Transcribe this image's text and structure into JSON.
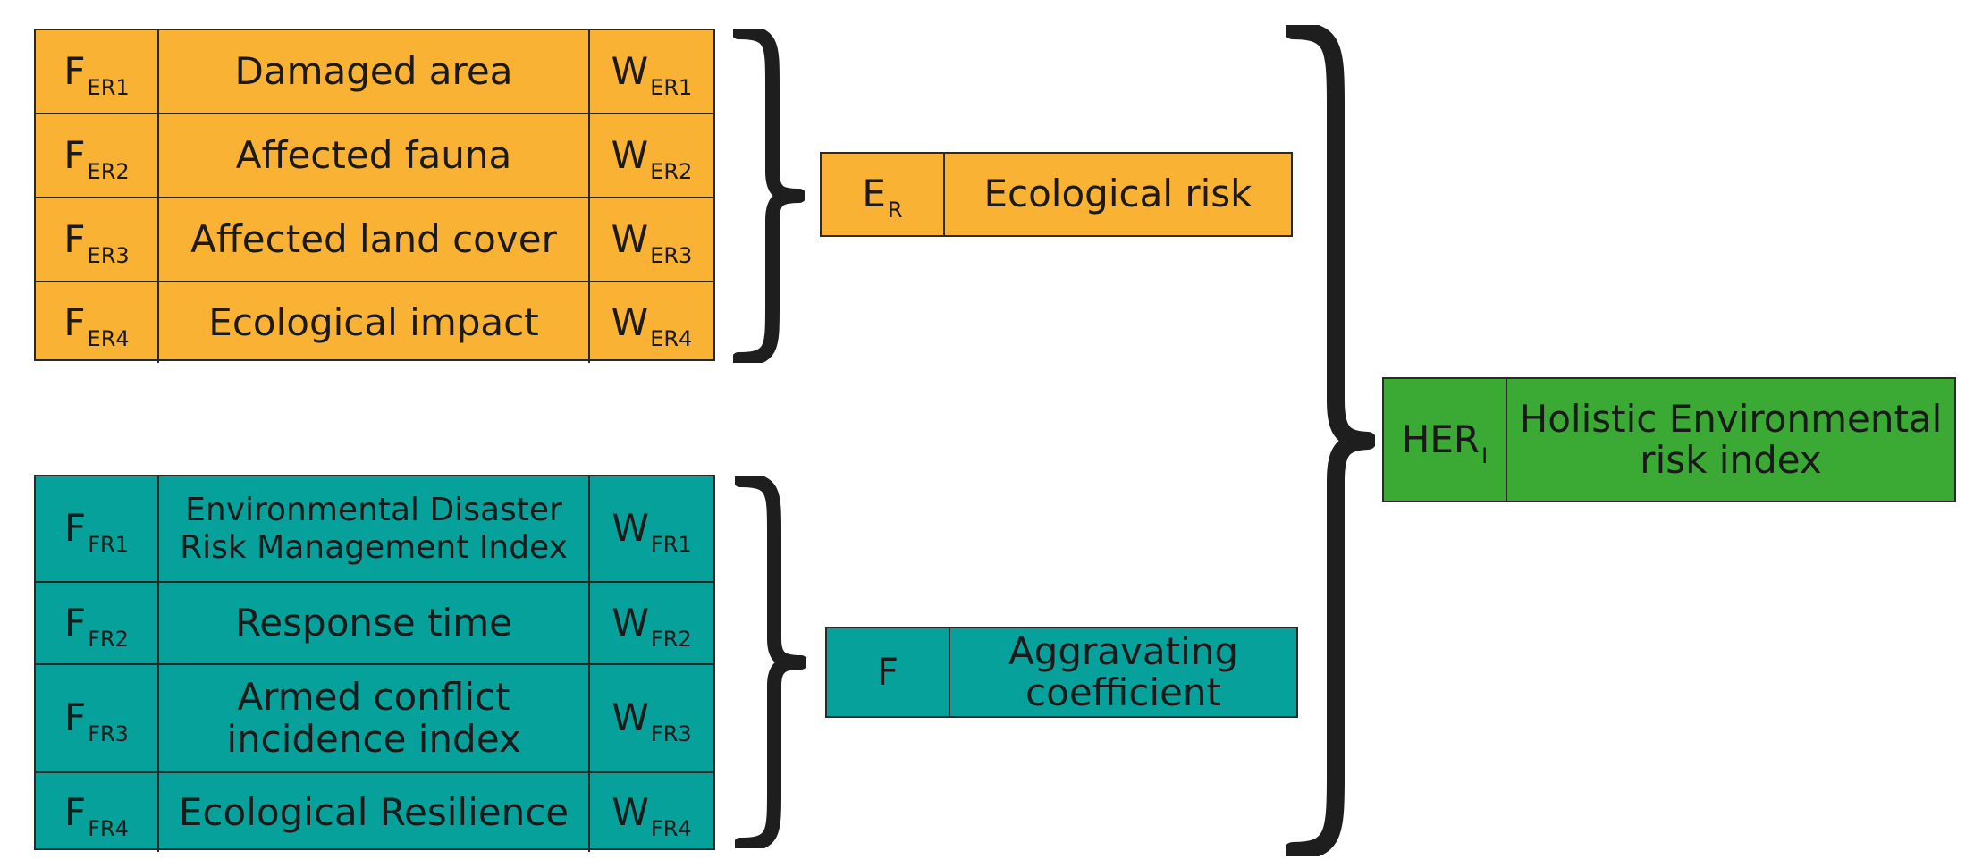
{
  "ecological": {
    "rows": [
      {
        "sym": "F",
        "sym_sub": "ER1",
        "label": "Damaged area",
        "w": "W",
        "w_sub": "ER1"
      },
      {
        "sym": "F",
        "sym_sub": "ER2",
        "label": "Affected fauna",
        "w": "W",
        "w_sub": "ER2"
      },
      {
        "sym": "F",
        "sym_sub": "ER3",
        "label": "Affected land cover",
        "w": "W",
        "w_sub": "ER3"
      },
      {
        "sym": "F",
        "sym_sub": "ER4",
        "label": "Ecological impact",
        "w": "W",
        "w_sub": "ER4"
      }
    ],
    "result": {
      "sym": "E",
      "sym_sub": "R",
      "label": "Ecological risk"
    },
    "color": "#f9b233"
  },
  "aggravating": {
    "rows": [
      {
        "sym": "F",
        "sym_sub": "FR1",
        "label_line1": "Environmental Disaster",
        "label_line2": "Risk Management Index",
        "w": "W",
        "w_sub": "FR1"
      },
      {
        "sym": "F",
        "sym_sub": "FR2",
        "label": "Response time",
        "w": "W",
        "w_sub": "FR2"
      },
      {
        "sym": "F",
        "sym_sub": "FR3",
        "label_line1": "Armed conflict",
        "label_line2": "incidence index",
        "w": "W",
        "w_sub": "FR3"
      },
      {
        "sym": "F",
        "sym_sub": "FR4",
        "label": "Ecological Resilience",
        "w": "W",
        "w_sub": "FR4"
      }
    ],
    "result": {
      "sym": "F",
      "label_line1": "Aggravating",
      "label_line2": "coefficient"
    },
    "color": "#06a19b"
  },
  "holistic": {
    "sym": "HER",
    "sym_sub": "I",
    "label_line1": "Holistic Environmental",
    "label_line2": "risk index",
    "color": "#3aaa35"
  }
}
